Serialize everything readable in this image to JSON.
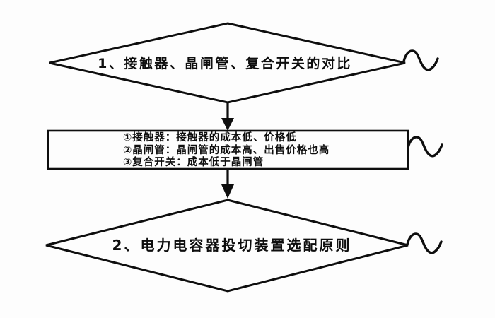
{
  "flowchart": {
    "colors": {
      "line": "#0e0e0e",
      "text": "#0e0e0e",
      "background": "#fdfdfd"
    },
    "step1": {
      "label": "1、接触器、晶闸管、复合开关的对比"
    },
    "detail": {
      "lines": [
        "①接触器：接触器的成本低、价格低",
        "②晶闸管：晶闸管的成本高、出售价格也高",
        "③复合开关：成本低于晶闸管"
      ]
    },
    "step2": {
      "label": "2、电力电容器投切装置选配原则"
    },
    "icons": {
      "arrow_down": "arrow-down-icon",
      "wave": "wave-connector-icon"
    }
  }
}
